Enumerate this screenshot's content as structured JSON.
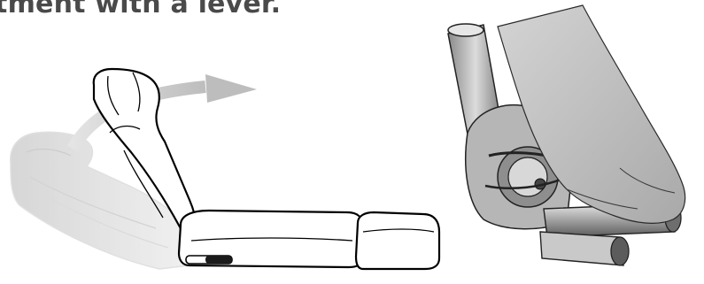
{
  "caption": {
    "text": "stment with a lever."
  },
  "figure": {
    "left_illustration": "seat-recline-diagram",
    "right_illustration": "recline-lever-mechanism",
    "colors": {
      "caption": "#4a4a4a",
      "outline": "#000000",
      "ghost_seat": "#d2d2d2",
      "arrow": "#c8c8c8",
      "mechanism_metal": "#9a9a9a",
      "hand": "#b8b8b8"
    }
  }
}
